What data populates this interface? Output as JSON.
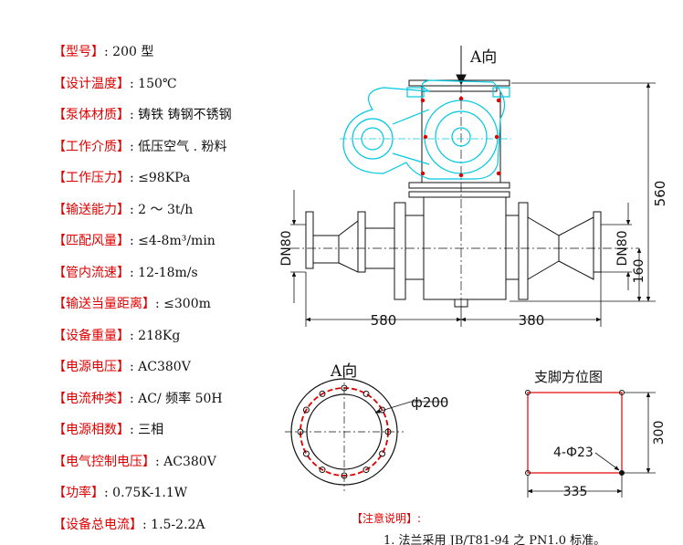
{
  "specs": [
    {
      "label": "型号",
      "value": "200 型"
    },
    {
      "label": "设计温度",
      "value": "150℃"
    },
    {
      "label": "泵体材质",
      "value": "铸铁 铸钢不锈钢"
    },
    {
      "label": "工作介质",
      "value": "低压空气 . 粉料"
    },
    {
      "label": "工作压力",
      "value": "≤98KPa"
    },
    {
      "label": "输送能力",
      "value": "2 ～ 3t/h"
    },
    {
      "label": "匹配风量",
      "value": "≤4-8m³/min"
    },
    {
      "label": "管内流速",
      "value": "12-18m/s"
    },
    {
      "label": "输送当量距离",
      "value": "≤300m"
    },
    {
      "label": "设备重量",
      "value": "218Kg"
    },
    {
      "label": "电源电压",
      "value": "AC380V"
    },
    {
      "label": "电流种类",
      "value": "AC/ 频率 50H"
    },
    {
      "label": "电源相数",
      "value": "三相"
    },
    {
      "label": "电气控制电压",
      "value": "AC380V"
    },
    {
      "label": "功率",
      "value": "0.75K-1.1W"
    },
    {
      "label": "设备总电流",
      "value": "1.5-2.2A"
    }
  ],
  "drawing": {
    "view_arrow_label": "A向",
    "dim_height": "560",
    "dim_dn_left": "DN80",
    "dim_dn_right": "DN80",
    "dim_160": "160",
    "dim_580": "580",
    "dim_380": "380",
    "flange_view_title": "A向",
    "flange_diameter": "ф200",
    "foot_title": "支脚方位图",
    "foot_dim_300": "300",
    "foot_hole": "4-Ф23",
    "foot_dim_335": "335"
  },
  "notes": {
    "title": "【注意说明】:",
    "line1": "1. 法兰采用 JB/T81-94 之 PN1.0 标准。"
  },
  "colors": {
    "label_red": "#e00000",
    "cyan": "#00c8e0",
    "line": "#111111",
    "dot_red": "#e00000"
  }
}
